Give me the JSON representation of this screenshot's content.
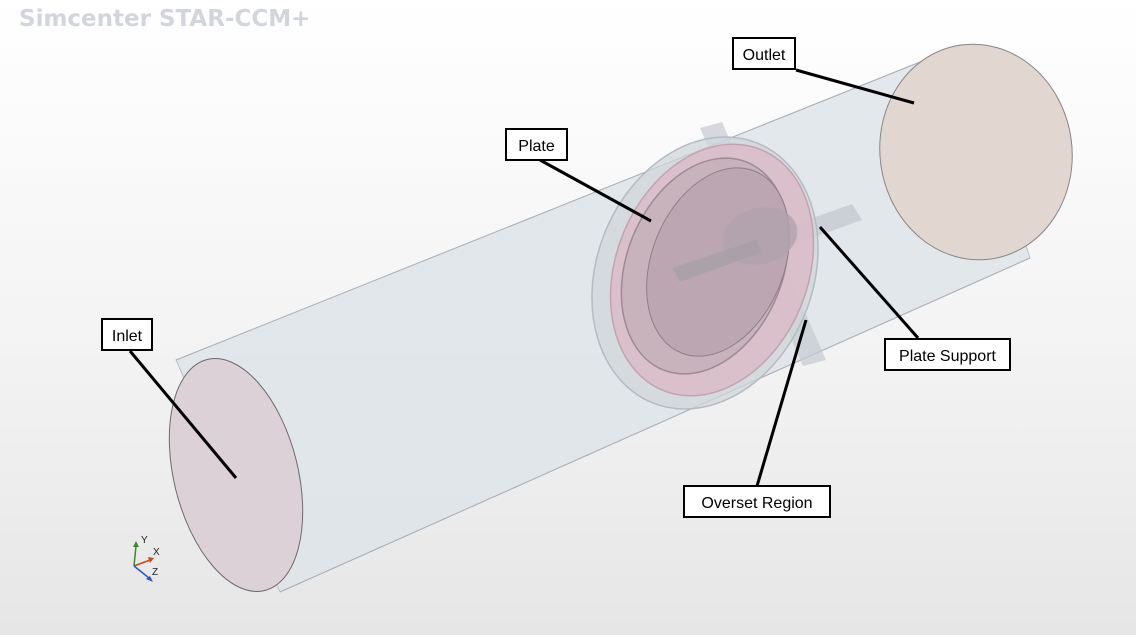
{
  "app": {
    "watermark": "Simcenter STAR-CCM+"
  },
  "callouts": {
    "outlet": "Outlet",
    "plate": "Plate",
    "inlet": "Inlet",
    "plate_support": "Plate Support",
    "overset_region": "Overset Region"
  },
  "triad": {
    "y_label": "Y",
    "x_label": "X",
    "z_label": "Z",
    "y_color": "#3a8a2e",
    "x_color": "#c84a1e",
    "z_color": "#2f55c8"
  },
  "colors": {
    "pipe_fill": "#dfe5ea",
    "pipe_edge": "#b8c0c7",
    "inlet_fill": "#dccfd6",
    "outlet_fill": "#e0d4d0",
    "overset_fill": "#d9b8c4",
    "plate_fill": "#bca7b3",
    "support_fill": "#c3c9cf"
  }
}
